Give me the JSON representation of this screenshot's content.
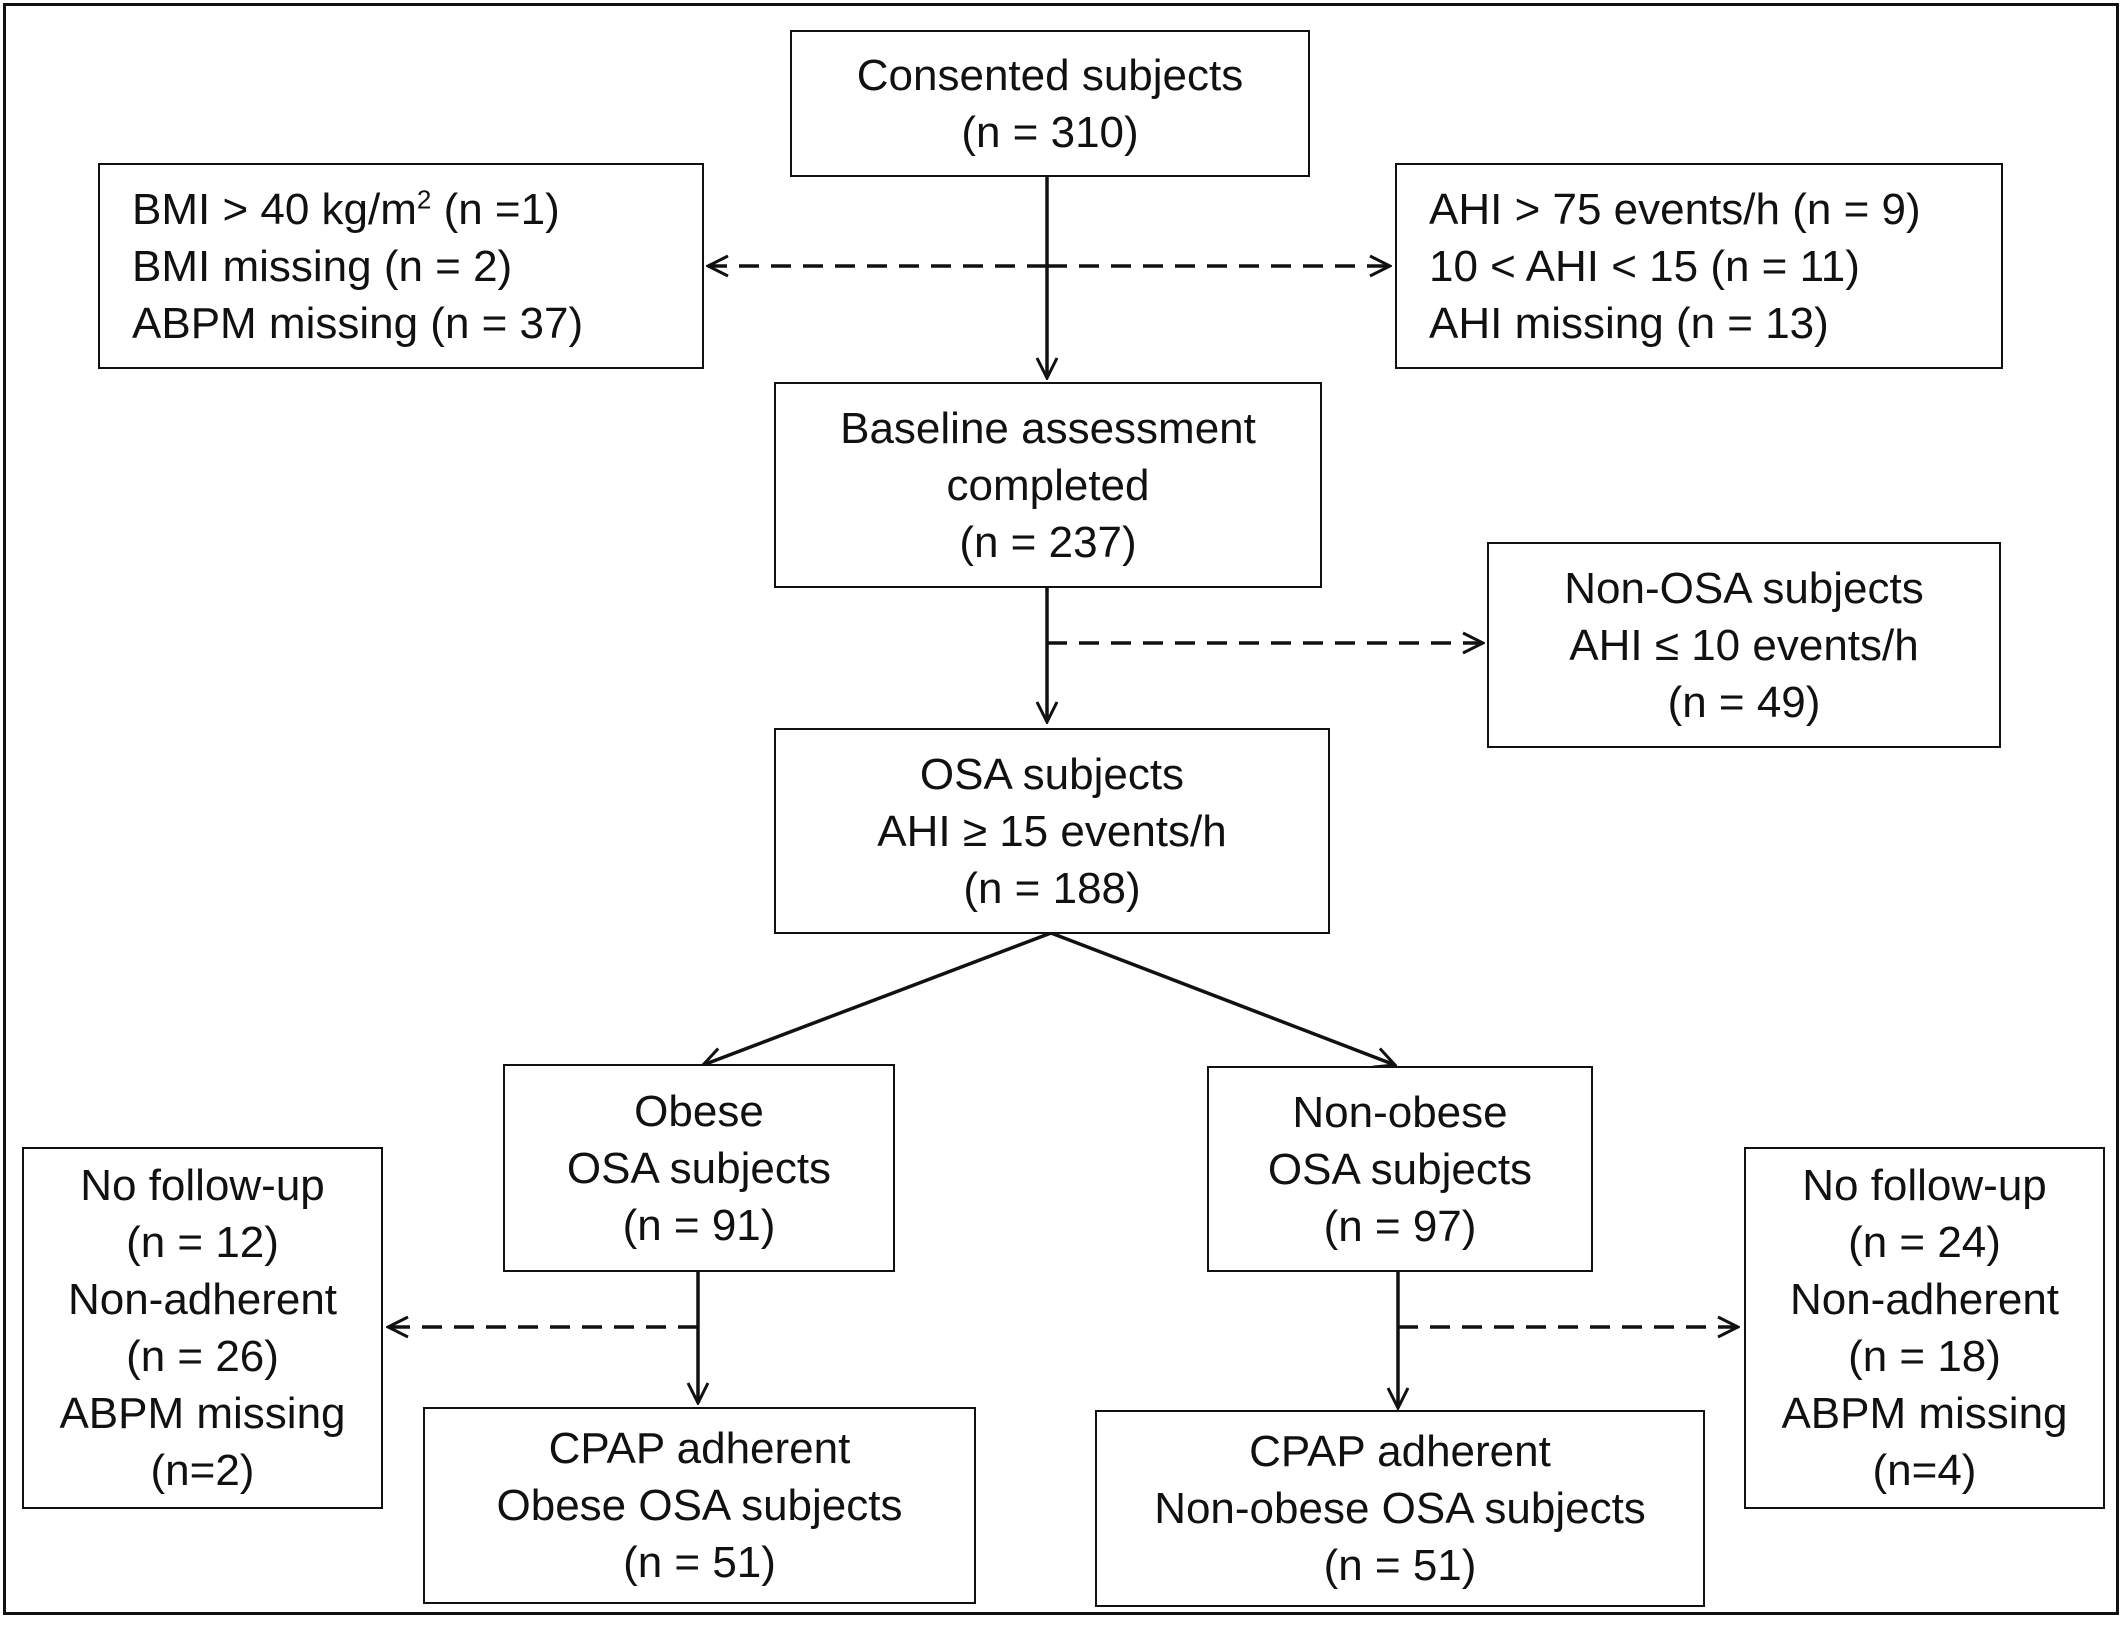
{
  "boxes": {
    "consented": {
      "lines": [
        "Consented subjects",
        "(n = 310)"
      ]
    },
    "exclusion_left": {
      "lines": [
        "BMI > 40 kg/m",
        "BMI missing (n = 2)",
        "ABPM missing (n = 37)"
      ],
      "sup": "2",
      "after_sup": " (n =1)"
    },
    "exclusion_right": {
      "lines": [
        "AHI > 75 events/h (n = 9)",
        "10 < AHI < 15 (n = 11)",
        "AHI missing (n = 13)"
      ]
    },
    "baseline": {
      "lines": [
        "Baseline assessment",
        "completed",
        "(n = 237)"
      ]
    },
    "non_osa": {
      "lines": [
        "Non-OSA subjects",
        "AHI ≤ 10 events/h",
        "(n = 49)"
      ]
    },
    "osa": {
      "lines": [
        "OSA subjects",
        "AHI ≥ 15 events/h",
        "(n = 188)"
      ]
    },
    "obese": {
      "lines": [
        "Obese",
        "OSA subjects",
        "(n = 91)"
      ]
    },
    "nonobese": {
      "lines": [
        "Non-obese",
        "OSA subjects",
        "(n = 97)"
      ]
    },
    "drop_left": {
      "lines": [
        "No follow-up",
        "(n = 12)",
        "Non-adherent",
        "(n = 26)",
        "ABPM missing",
        "(n=2)"
      ]
    },
    "drop_right": {
      "lines": [
        "No follow-up",
        "(n = 24)",
        "Non-adherent",
        "(n = 18)",
        "ABPM missing",
        "(n=4)"
      ]
    },
    "cpap_obese": {
      "lines": [
        "CPAP adherent",
        "Obese OSA subjects",
        "(n = 51)"
      ]
    },
    "cpap_nonobese": {
      "lines": [
        "CPAP adherent",
        "Non-obese OSA subjects",
        "(n = 51)"
      ]
    }
  }
}
